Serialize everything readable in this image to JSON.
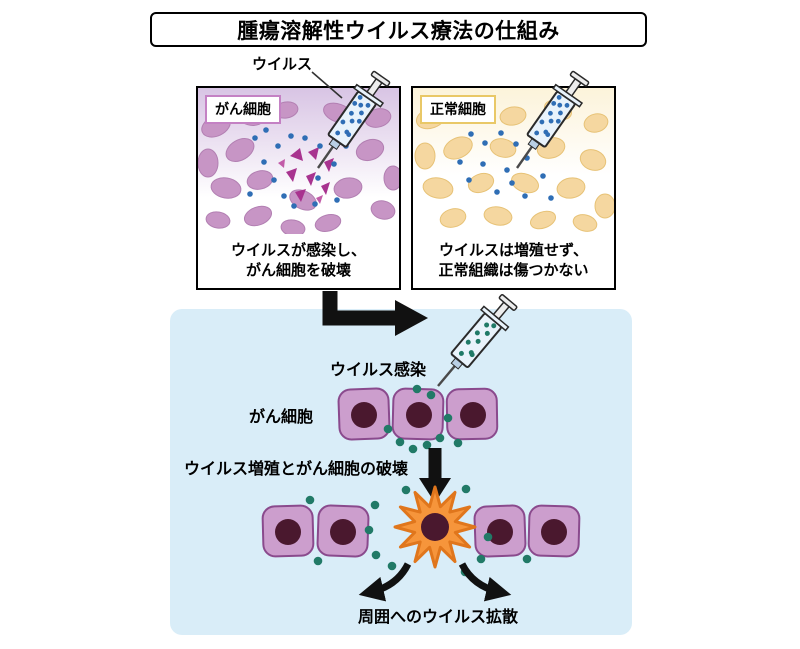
{
  "title": "腫瘍溶解性ウイルス療法の仕組み",
  "virus_label": "ウイルス",
  "panels": {
    "cancer": {
      "tag": "がん細胞",
      "caption_line1": "ウイルスが感染し、",
      "caption_line2": "がん細胞を破壊"
    },
    "normal": {
      "tag": "正常細胞",
      "caption_line1": "ウイルスは増殖せず、",
      "caption_line2": "正常組織は傷つかない"
    }
  },
  "process": {
    "infection_label": "ウイルス感染",
    "cancer_cells_label": "がん細胞",
    "destruction_label": "ウイルス増殖とがん細胞の破壊",
    "spread_label": "周囲へのウイルス拡散"
  },
  "colors": {
    "cancer_cell": "#c795c5",
    "cancer_cell_edge": "#b27fb2",
    "cancer_bg_top": "#d8c4e4",
    "normal_cell": "#f5d7a0",
    "normal_cell_edge": "#e7c276",
    "normal_bg_top": "#fcf3da",
    "cancer_tag_border": "#c481c4",
    "normal_tag_border": "#e9c867",
    "virus_blue": "#2f6eb5",
    "virus_teal": "#217a67",
    "fragment": "#a8338f",
    "fragment_light": "#c25ba8",
    "process_bg": "#d9edf8",
    "cell_fill": "#cc9ecd",
    "cell_border": "#8a4a8d",
    "nucleus": "#4a182e",
    "burst_fill": "#f6953b",
    "burst_edge": "#e0761c",
    "arrow": "#111111",
    "syringe_fill": "#e9f3fb",
    "outline": "#2a2a2a"
  }
}
